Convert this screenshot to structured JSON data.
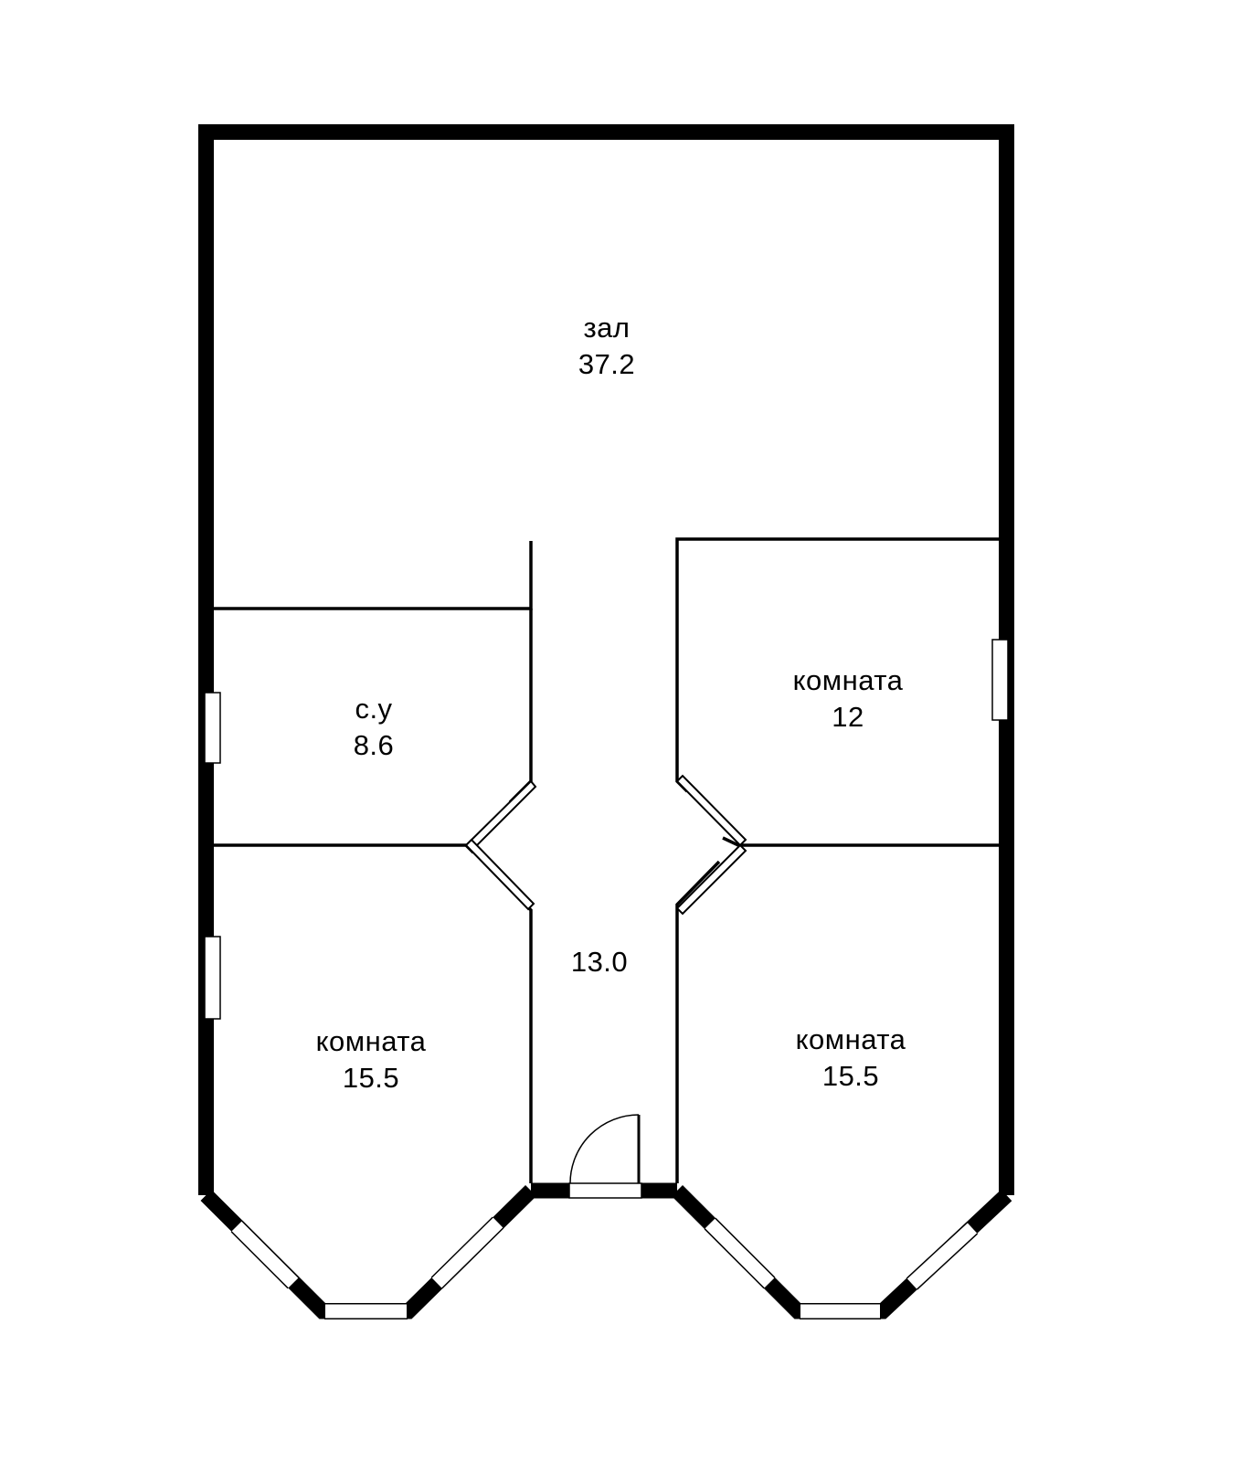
{
  "colors": {
    "wall": "#000000",
    "background": "#ffffff",
    "window_fill": "#ffffff"
  },
  "rooms": {
    "hall": {
      "name": "зал",
      "area": "37.2"
    },
    "bathroom": {
      "name": "с.у",
      "area": "8.6"
    },
    "room_right_top": {
      "name": "комната",
      "area": "12"
    },
    "corridor": {
      "area": "13.0"
    },
    "room_left_bottom": {
      "name": "комната",
      "area": "15.5"
    },
    "room_right_bottom": {
      "name": "комната",
      "area": "15.5"
    }
  }
}
